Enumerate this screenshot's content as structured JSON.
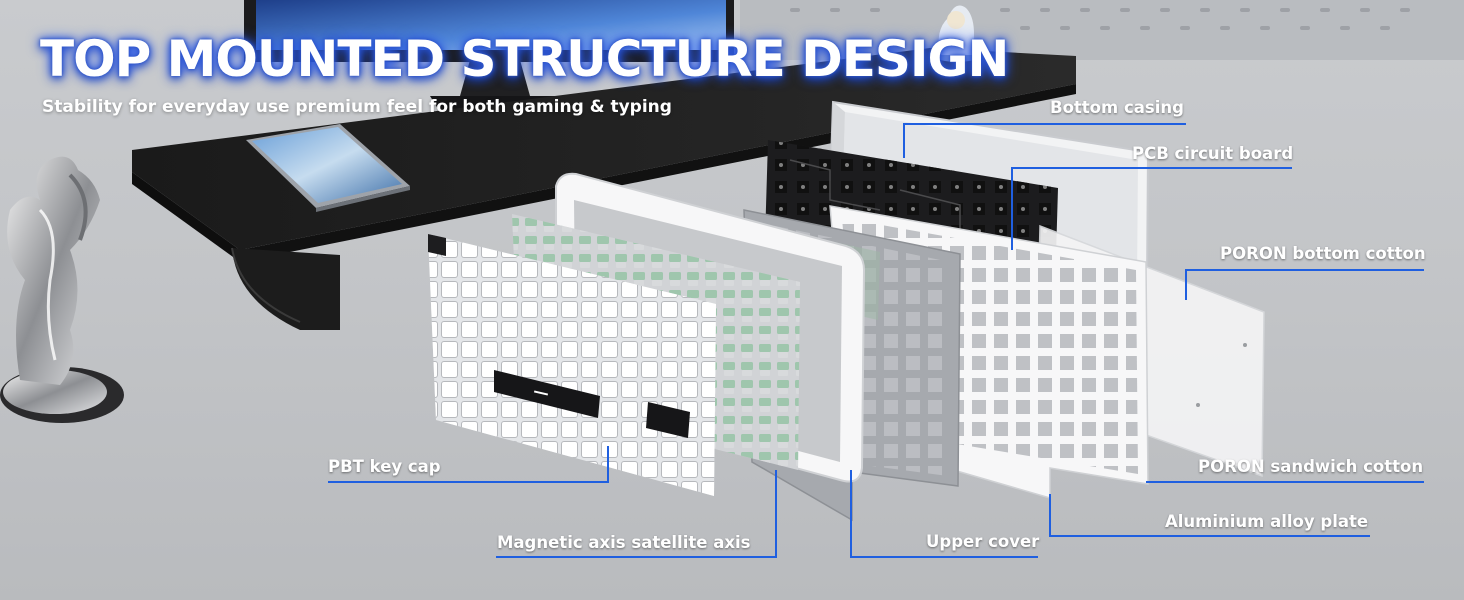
{
  "header": {
    "title": "TOP MOUNTED STRUCTURE DESIGN",
    "subtitle": "Stability for everyday use premium feel for both gaming & typing"
  },
  "callouts": {
    "bottom_casing": "Bottom casing",
    "pcb_board": "PCB circuit board",
    "poron_bottom": "PORON bottom cotton",
    "poron_sandwich": "PORON sandwich cotton",
    "alloy_plate": "Aluminium alloy plate",
    "upper_cover": "Upper cover",
    "keycap": "PBT key cap",
    "satellite_axis": "Magnetic axis satellite axis"
  },
  "colors": {
    "accent_line": "#1f5fe0",
    "title_glow": "#2e55c9"
  }
}
